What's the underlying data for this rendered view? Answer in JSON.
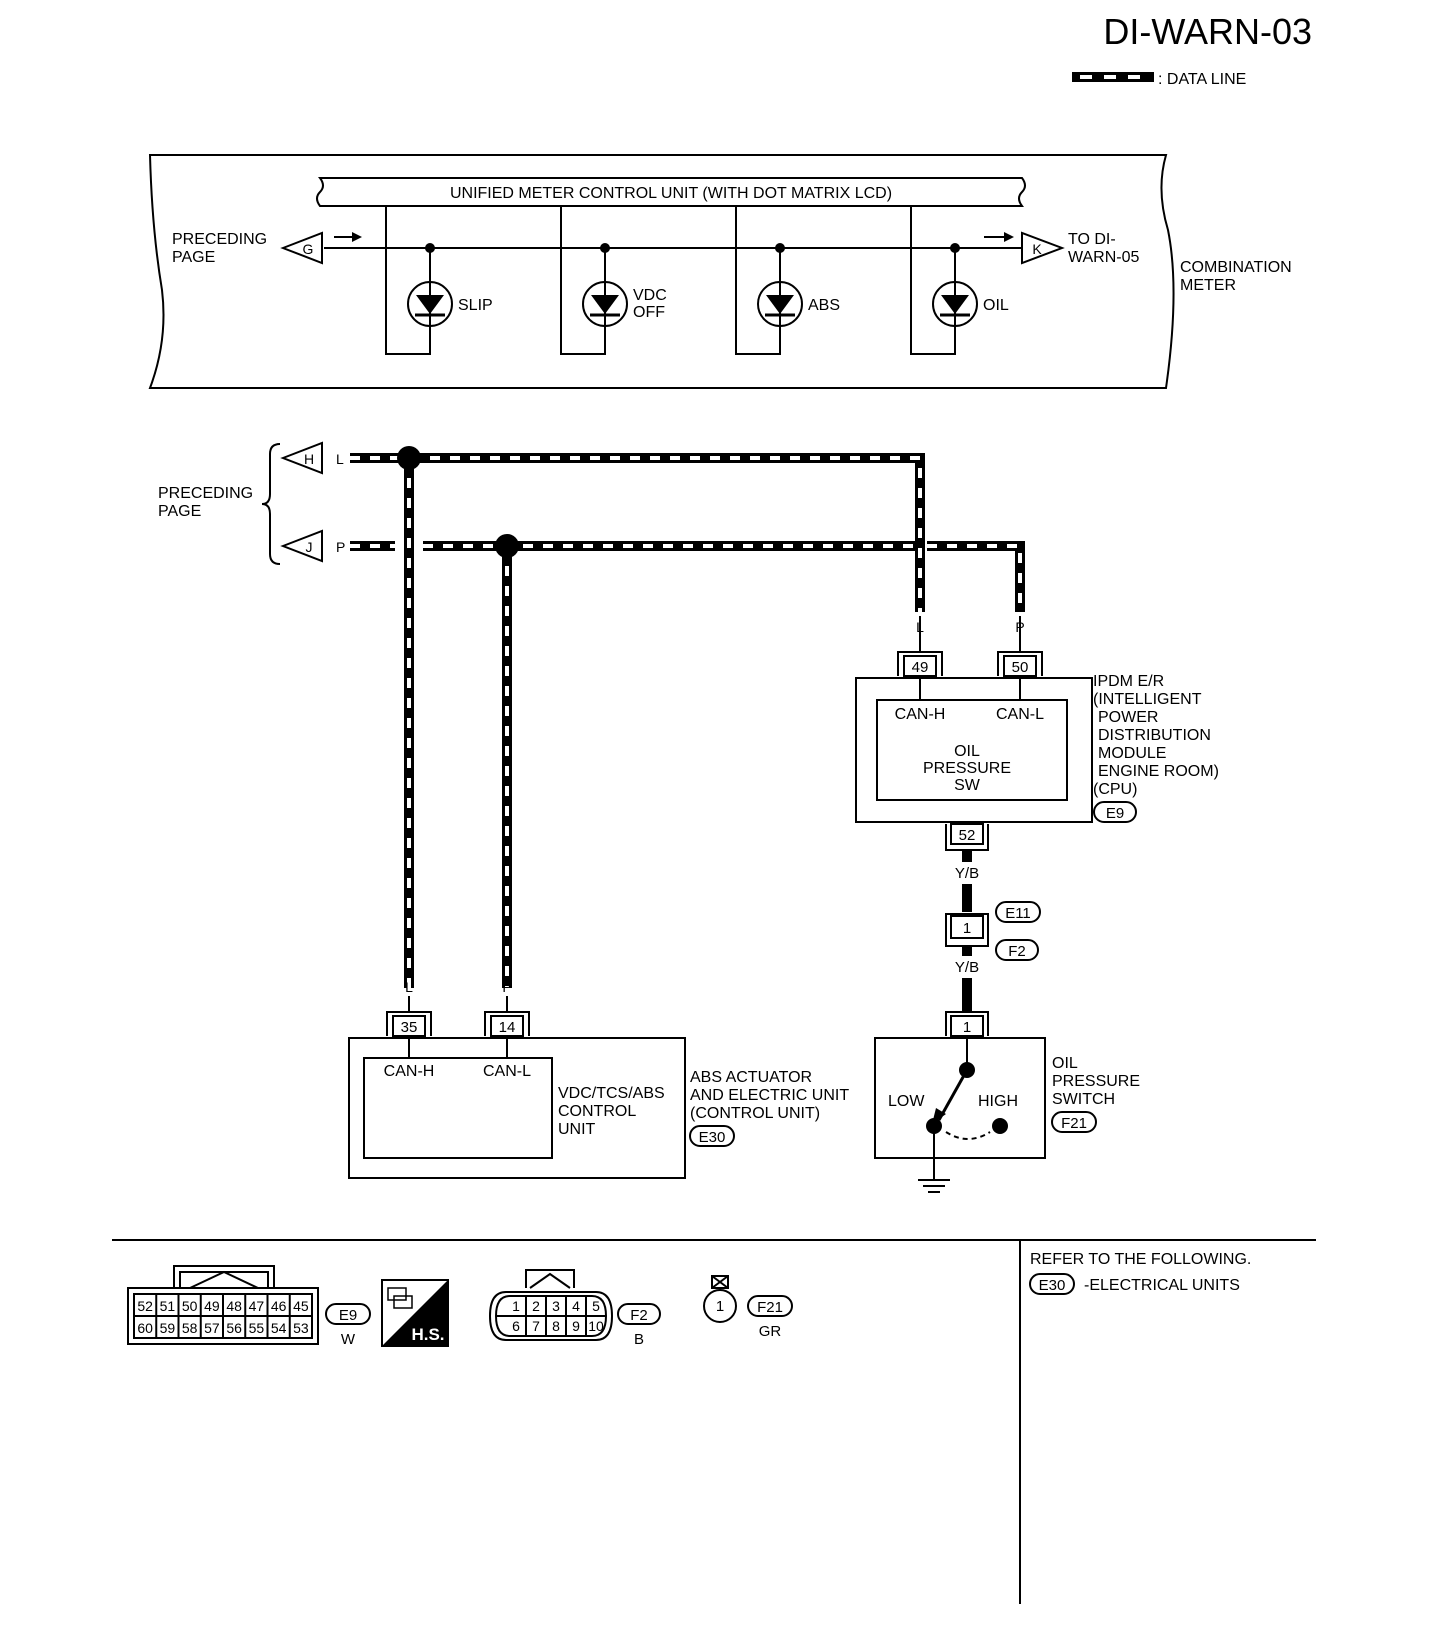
{
  "header": {
    "title": "DI-WARN-03",
    "legend_label": ": DATA LINE"
  },
  "meter": {
    "unit_label": "UNIFIED METER CONTROL UNIT (WITH DOT MATRIX LCD)",
    "side_label_1": "COMBINATION",
    "side_label_2": "METER",
    "preceding_1": "PRECEDING",
    "preceding_2": "PAGE",
    "to_1": "TO DI-",
    "to_2": "WARN-05",
    "conn_in": "G",
    "conn_out": "K",
    "lamps": [
      {
        "line1": "SLIP",
        "line2": ""
      },
      {
        "line1": "VDC",
        "line2": "OFF"
      },
      {
        "line1": "ABS",
        "line2": ""
      },
      {
        "line1": "OIL",
        "line2": ""
      }
    ]
  },
  "can": {
    "preceding_1": "PRECEDING",
    "preceding_2": "PAGE",
    "conn_h": "H",
    "conn_j": "J",
    "wire_l": "L",
    "wire_p": "P"
  },
  "ipdm": {
    "pin_h": "49",
    "pin_l": "50",
    "can_h": "CAN-H",
    "can_l": "CAN-L",
    "inner_1": "OIL",
    "inner_2": "PRESSURE",
    "inner_3": "SW",
    "label": [
      "IPDM E/R",
      "(INTELLIGENT",
      "POWER",
      "DISTRIBUTION",
      "MODULE",
      "ENGINE ROOM)",
      "(CPU)"
    ],
    "connector": "E9",
    "pin_out": "52"
  },
  "harness": {
    "wire_color": "Y/B",
    "joint_pin": "1",
    "conn_top": "E11",
    "conn_bottom": "F2"
  },
  "oil_switch": {
    "pin": "1",
    "low": "LOW",
    "high": "HIGH",
    "label": [
      "OIL",
      "PRESSURE",
      "SWITCH"
    ],
    "connector": "F21"
  },
  "abs": {
    "pin_h": "35",
    "pin_l": "14",
    "can_h": "CAN-H",
    "can_l": "CAN-L",
    "inner": [
      "VDC/TCS/ABS",
      "CONTROL",
      "UNIT"
    ],
    "label": [
      "ABS ACTUATOR",
      "AND ELECTRIC UNIT",
      "(CONTROL UNIT)"
    ],
    "connector": "E30"
  },
  "connectors": {
    "e9_top": [
      "52",
      "51",
      "50",
      "49",
      "48",
      "47",
      "46",
      "45"
    ],
    "e9_bottom": [
      "60",
      "59",
      "58",
      "57",
      "56",
      "55",
      "54",
      "53"
    ],
    "e9_name": "E9",
    "e9_color": "W",
    "hs": "H.S.",
    "f2_top": [
      "1",
      "2",
      "3",
      "4",
      "5"
    ],
    "f2_bottom": [
      "6",
      "7",
      "8",
      "9",
      "10"
    ],
    "f2_name": "F2",
    "f2_color": "B",
    "f21_pin": "1",
    "f21_name": "F21",
    "f21_color": "GR"
  },
  "refer": {
    "heading": "REFER TO THE FOLLOWING.",
    "connector": "E30",
    "text": "-ELECTRICAL UNITS"
  }
}
